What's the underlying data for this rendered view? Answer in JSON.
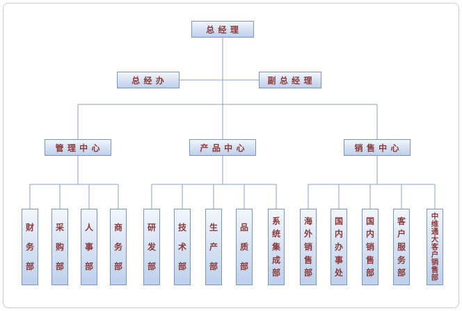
{
  "org": {
    "root": {
      "label": "总 经 理"
    },
    "staff_left": {
      "label": "总 经 办"
    },
    "staff_right": {
      "label": "副 总 经 理"
    },
    "centers": [
      {
        "label": "管 理 中 心",
        "departments": [
          "财务部",
          "采购部",
          "人事部",
          "商务部"
        ]
      },
      {
        "label": "产 品 中 心",
        "departments": [
          "研发部",
          "技术部",
          "生产部",
          "品质部",
          "系统集成部"
        ]
      },
      {
        "label": "销 售 中 心",
        "departments": [
          "海外销售部",
          "国内办事处",
          "国内销售部",
          "客户服务部",
          "中维通大客户销售部"
        ]
      }
    ]
  },
  "colors": {
    "box_border": "#7a94bc",
    "box_fill_top": "#f2f6fc",
    "box_fill_bottom": "#bdd0ea",
    "connector_line": "#8aa0c0",
    "text": "#8b3a3a",
    "page_frame": "#cbcbcb"
  }
}
